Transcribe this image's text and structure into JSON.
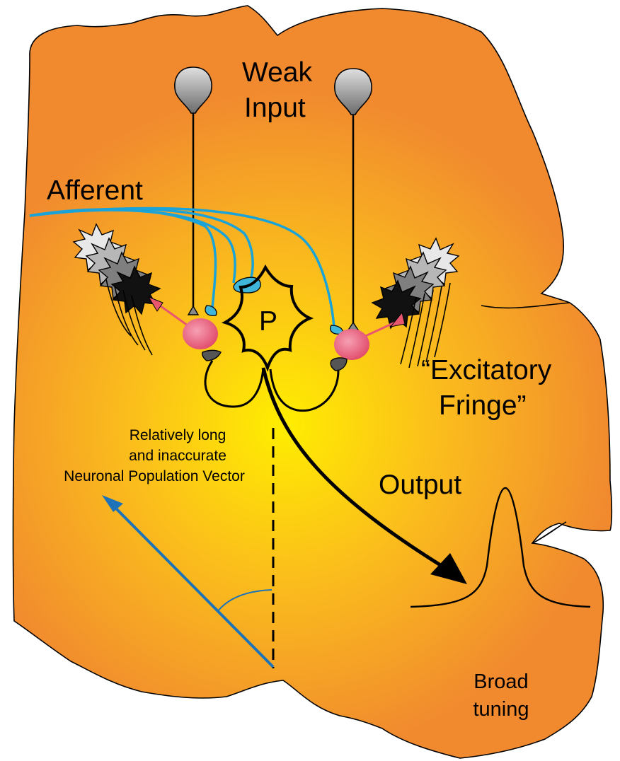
{
  "labels": {
    "weak_input_line1": "Weak",
    "weak_input_line2": "Input",
    "afferent": "Afferent",
    "p_cell": "P",
    "excitatory_line1": "“Excitatory",
    "excitatory_line2": "Fringe”",
    "vector_line1": "Relatively long",
    "vector_line2": "and inaccurate",
    "vector_line3": "Neuronal Population Vector",
    "output": "Output",
    "broad_line1": "Broad",
    "broad_line2": "tuning"
  },
  "colors": {
    "tissue_center": "#ffee00",
    "tissue_edge": "#f18a2f",
    "afferent_fiber": "#1aa3d8",
    "afferent_terminal": "#3fb6d9",
    "interneuron": "#e9576f",
    "vector_arrow": "#1e73b8",
    "outline": "#000000"
  },
  "icons": {
    "input_neuron": "grey-teardrop-soma-icon",
    "pyramidal_cell": "star-shaped-soma-icon",
    "interneuron": "pink-round-soma-icon",
    "neighbour_cells": "spiky-grey-cell-stack-icon"
  }
}
